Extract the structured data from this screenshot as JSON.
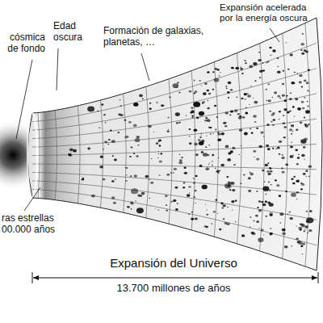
{
  "diagram": {
    "labels": [
      "cósmica de fondo",
      "Edad oscura",
      "Formación de galaxias, planetas, …",
      "Expansión acelerada por la energía oscura",
      "ras estrellas 00.000 años",
      "Expansión del Universo",
      "13.700 millones de años"
    ]
  }
}
